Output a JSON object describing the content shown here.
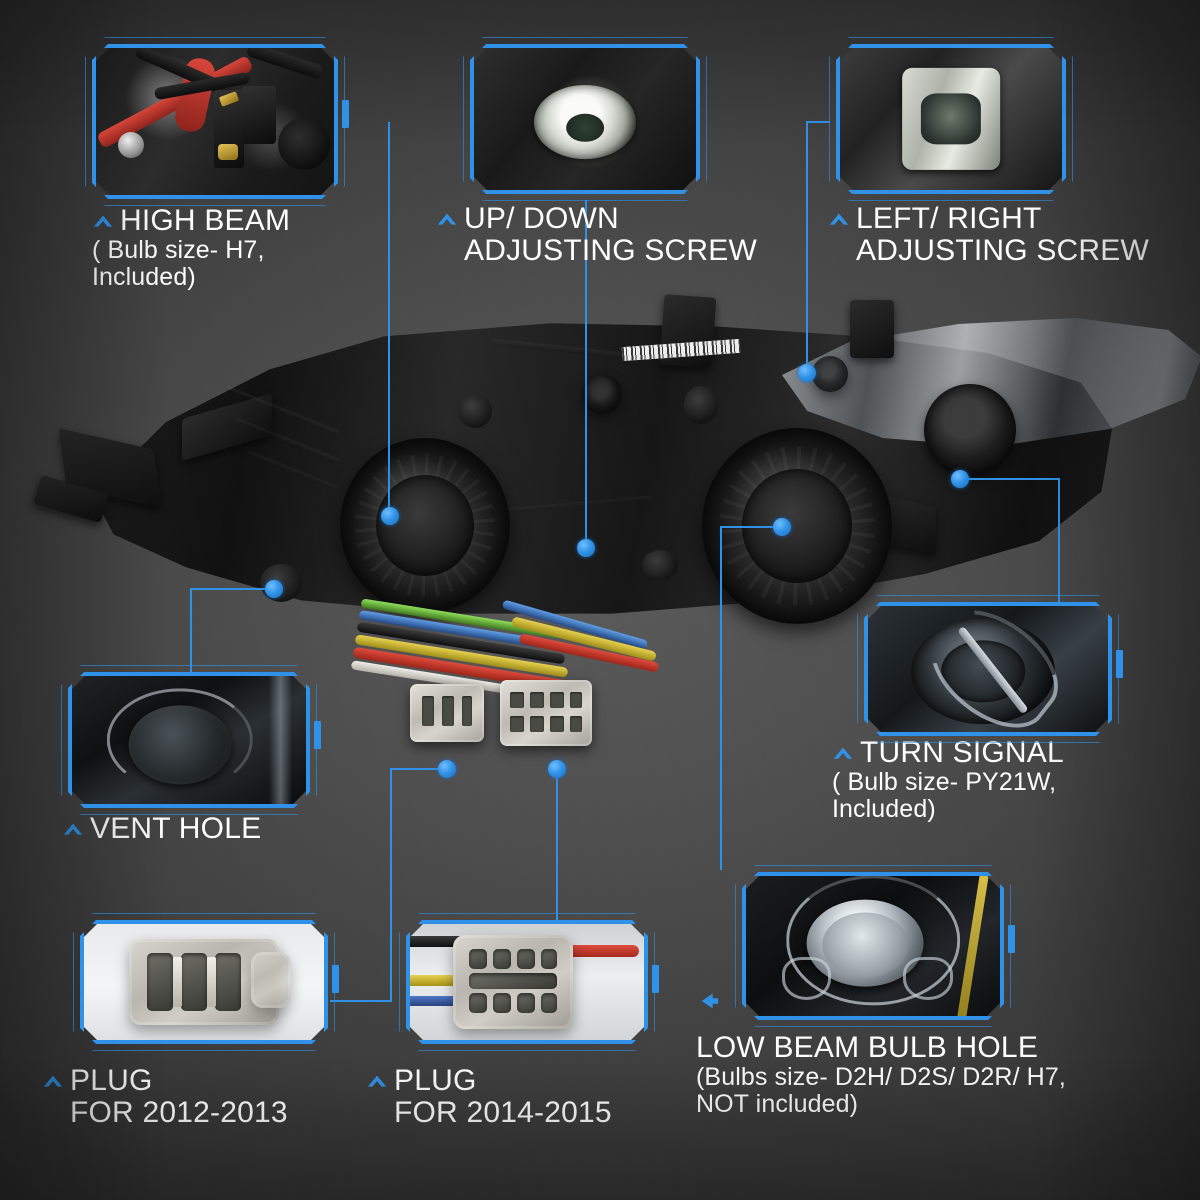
{
  "theme": {
    "accent": "#2f92e8",
    "accent_dark": "#1a6fc0",
    "text": "#ffffff",
    "background": "#4a4a4a"
  },
  "product": {
    "name": "headlight-assembly",
    "description": "Automotive projector headlight housing with wiring harness and two connector plugs"
  },
  "callouts": [
    {
      "id": "high-beam",
      "title": "HIGH BEAM",
      "sub1": "( Bulb size- H7,",
      "sub2": "Included)",
      "photo": "high-beam-bulb-socket-photo"
    },
    {
      "id": "up-down-adjusting-screw",
      "title": "UP/ DOWN",
      "sub1": "ADJUSTING SCREW",
      "sub2": "",
      "photo": "up-down-adjusting-screw-photo"
    },
    {
      "id": "left-right-adjusting-screw",
      "title": "LEFT/ RIGHT",
      "sub1": "ADJUSTING SCREW",
      "sub2": "",
      "photo": "left-right-adjusting-screw-photo"
    },
    {
      "id": "vent-hole",
      "title": "VENT HOLE",
      "sub1": "",
      "sub2": "",
      "photo": "vent-hole-photo"
    },
    {
      "id": "turn-signal",
      "title": "TURN SIGNAL",
      "sub1": "( Bulb size- PY21W,",
      "sub2": "Included)",
      "photo": "turn-signal-socket-photo"
    },
    {
      "id": "low-beam-bulb-hole",
      "title": "LOW BEAM BULB HOLE",
      "sub1": "(Bulbs size- D2H/ D2S/ D2R/ H7,",
      "sub2": "NOT included)",
      "photo": "low-beam-bulb-hole-photo"
    },
    {
      "id": "plug-2012-2013",
      "title": "PLUG",
      "sub1": "FOR 2012-2013",
      "sub2": "",
      "photo": "plug-2012-2013-photo"
    },
    {
      "id": "plug-2014-2015",
      "title": "PLUG",
      "sub1": "FOR 2014-2015",
      "sub2": "",
      "photo": "plug-2014-2015-photo"
    }
  ],
  "icons": {
    "chevron": "chevron-up-icon",
    "arrow": "arrow-right-icon"
  }
}
